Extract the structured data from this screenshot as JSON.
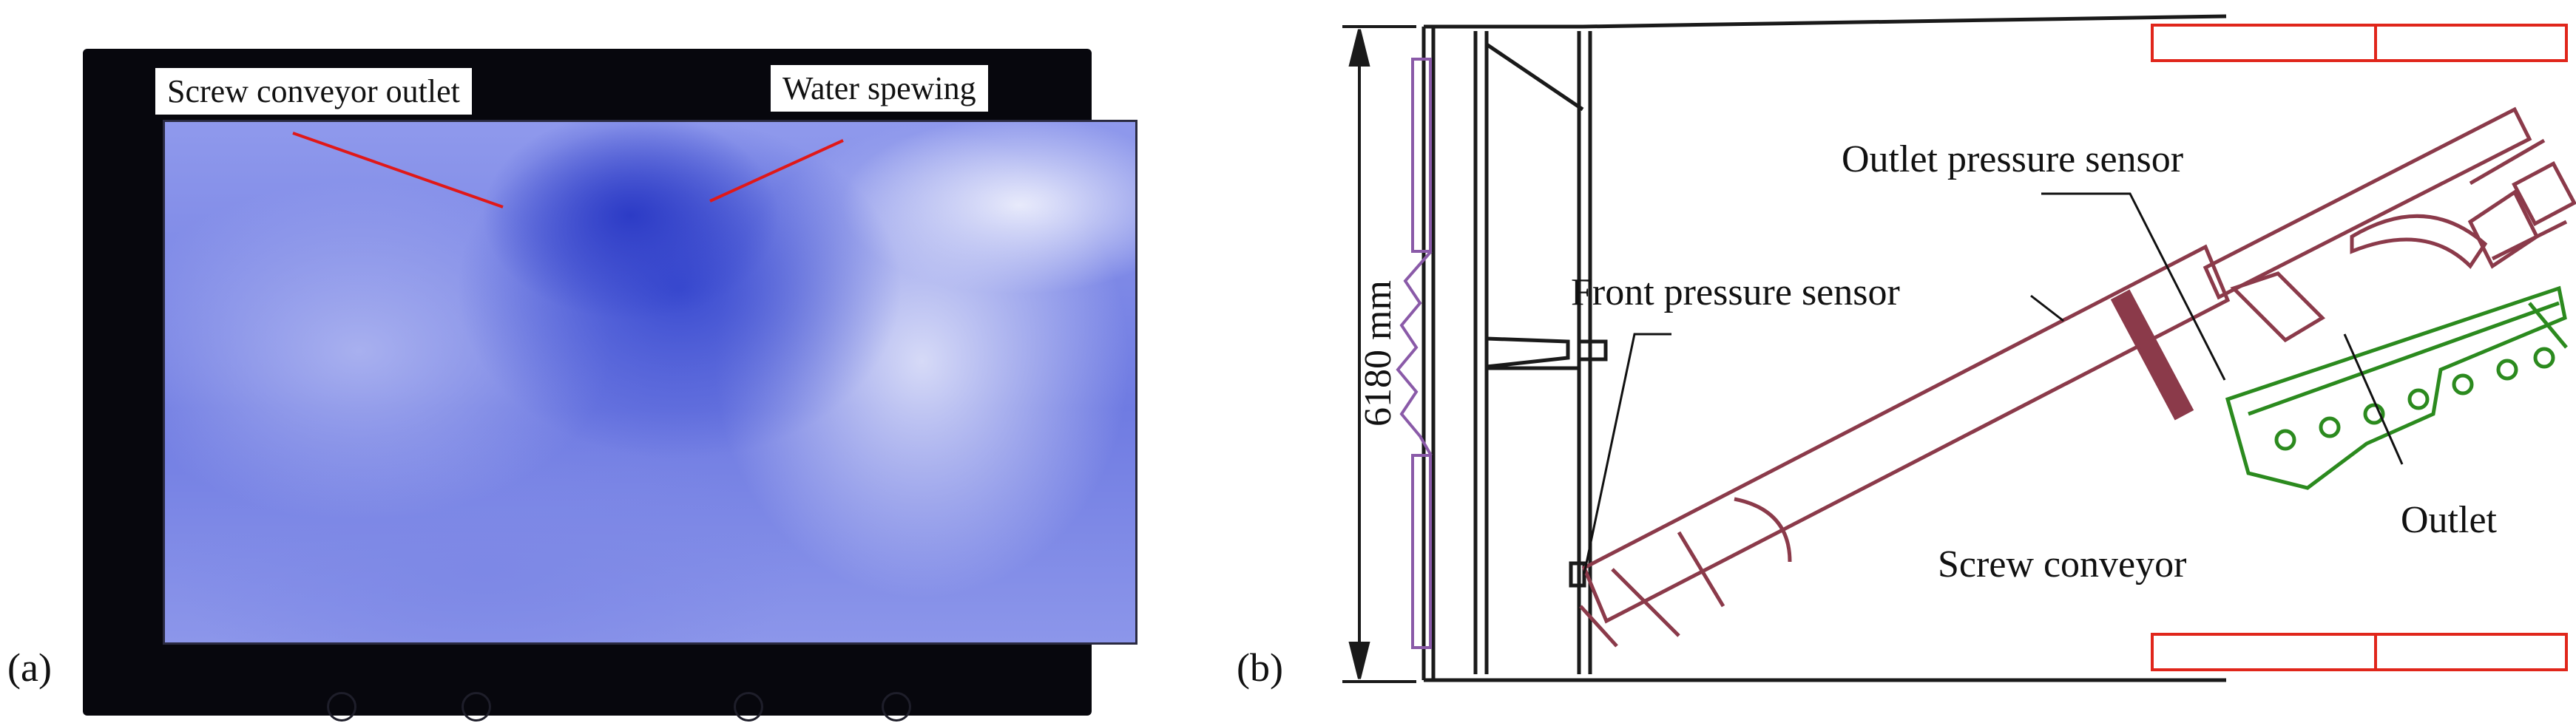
{
  "panel_a": {
    "label": "(a)",
    "callouts": {
      "screw_outlet": "Screw conveyor outlet",
      "water": "Water spewing"
    }
  },
  "panel_b": {
    "label": "(b)",
    "dimension": "6180 mm",
    "labels": {
      "outlet_pressure_sensor": "Outlet pressure sensor",
      "front_pressure_sensor": "Front pressure sensor",
      "screw_conveyor": "Screw conveyor",
      "outlet": "Outlet"
    }
  },
  "colors": {
    "conveyor": "#8b3a4a",
    "segment": "#e0261b",
    "gate": "#2b8a1e",
    "cutter": "#8a5aa8",
    "structure": "#1a1a1a"
  }
}
